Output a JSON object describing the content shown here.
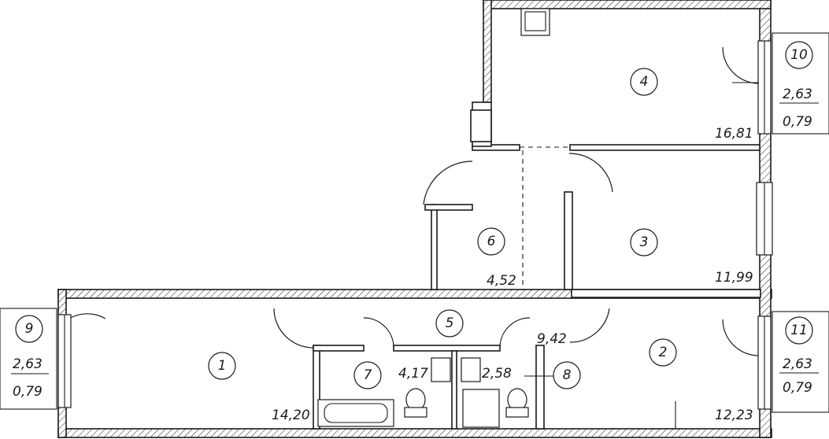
{
  "rooms": [
    {
      "number": "1",
      "area": "14,20"
    },
    {
      "number": "2",
      "area": "12,23"
    },
    {
      "number": "3",
      "area": "11,99"
    },
    {
      "number": "4",
      "area": "16,81"
    },
    {
      "number": "5",
      "area": "9,42"
    },
    {
      "number": "6",
      "area": "4,52"
    },
    {
      "number": "7",
      "area": "4,17"
    },
    {
      "number": "8",
      "area": "2,58"
    }
  ],
  "balconies": [
    {
      "number": "9",
      "area": "2,63",
      "coefficient_area": "0,79"
    },
    {
      "number": "10",
      "area": "2,63",
      "coefficient_area": "0,79"
    },
    {
      "number": "11",
      "area": "2,63",
      "coefficient_area": "0,79"
    }
  ]
}
